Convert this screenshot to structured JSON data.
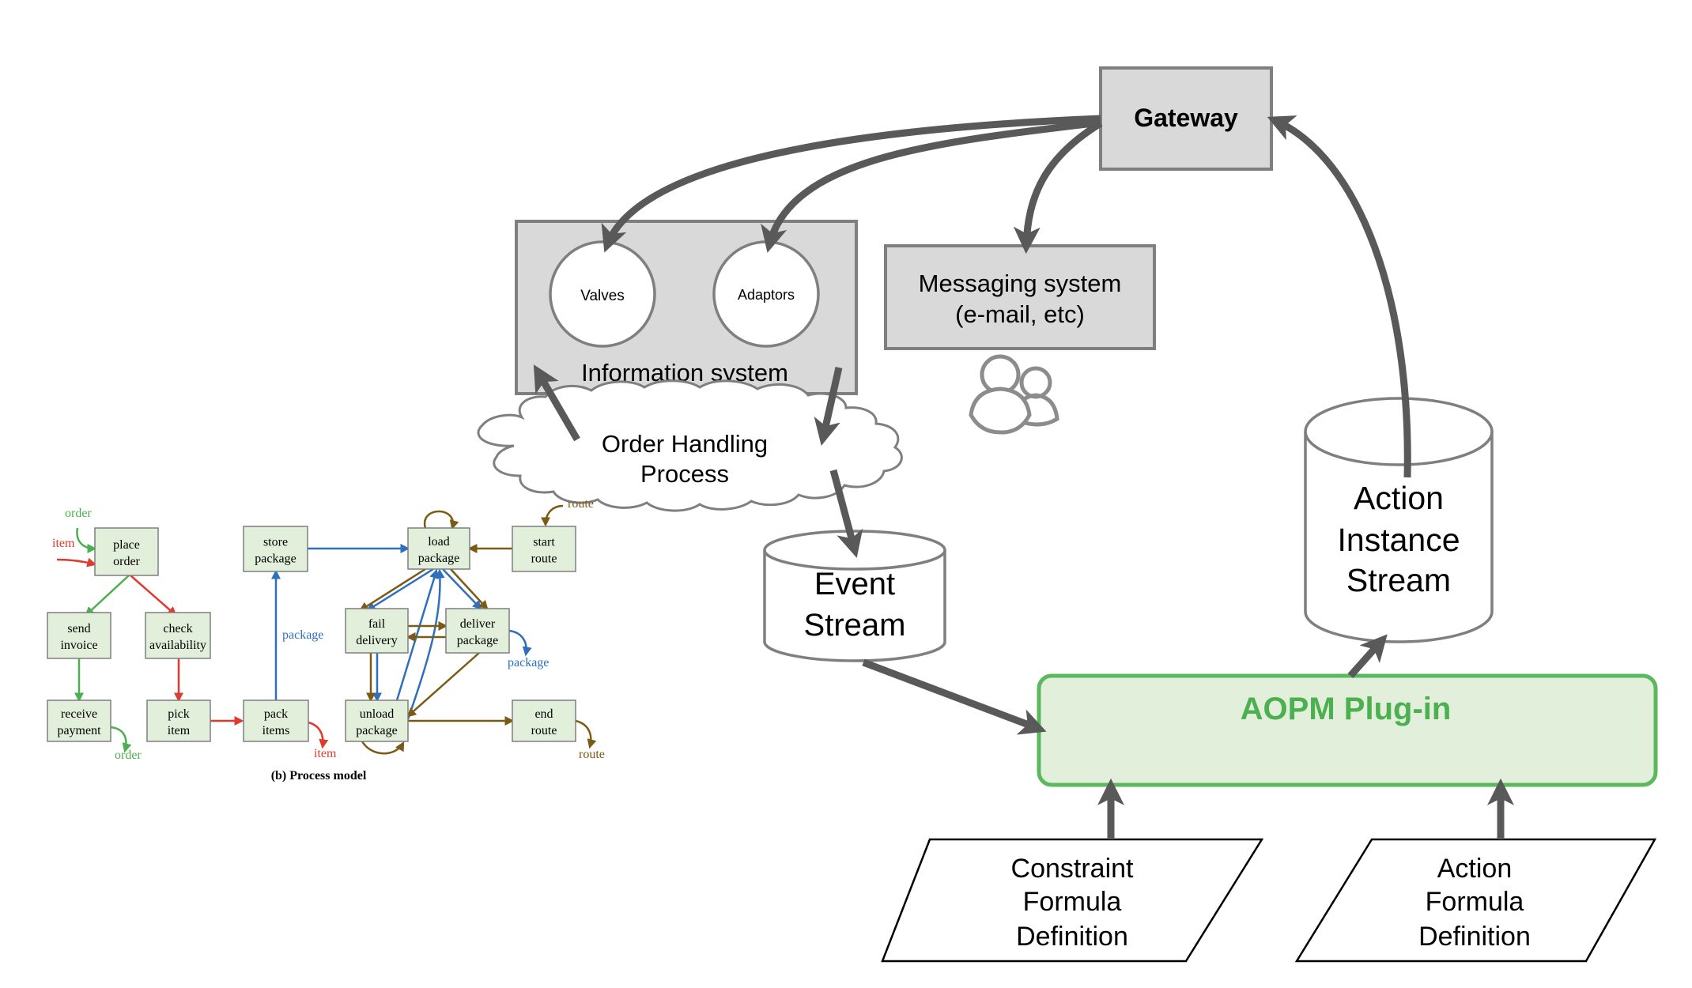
{
  "gateway": {
    "label": "Gateway"
  },
  "information_system": {
    "label": "Information system",
    "valves": "Valves",
    "adaptors": "Adaptors"
  },
  "messaging_system": {
    "line1": "Messaging system",
    "line2": "(e-mail, etc)"
  },
  "order_process": {
    "line1": "Order Handling",
    "line2": "Process"
  },
  "event_stream": {
    "line1": "Event",
    "line2": "Stream"
  },
  "action_stream": {
    "line1": "Action",
    "line2": "Instance",
    "line3": "Stream"
  },
  "plugin": {
    "label": "AOPM Plug-in"
  },
  "constraint_def": {
    "line1": "Constraint",
    "line2": "Formula",
    "line3": "Definition"
  },
  "action_def": {
    "line1": "Action",
    "line2": "Formula",
    "line3": "Definition"
  },
  "process_model": {
    "caption": "(b) Process model",
    "colors": {
      "green": "#4caf50",
      "red": "#e03a2f",
      "blue": "#2f6fbd",
      "brown": "#7a5a14"
    },
    "nodes": {
      "place_order": [
        "place",
        "order"
      ],
      "send_invoice": [
        "send",
        "invoice"
      ],
      "check_availability": [
        "check",
        "availability"
      ],
      "receive_payment": [
        "receive",
        "payment"
      ],
      "pick_item": [
        "pick",
        "item"
      ],
      "store_package": [
        "store",
        "package"
      ],
      "pack_items": [
        "pack",
        "items"
      ],
      "load_package": [
        "load",
        "package"
      ],
      "start_route": [
        "start",
        "route"
      ],
      "fail_delivery": [
        "fail",
        "delivery"
      ],
      "deliver_package": [
        "deliver",
        "package"
      ],
      "unload_package": [
        "unload",
        "package"
      ],
      "end_route": [
        "end",
        "route"
      ]
    },
    "labels": {
      "order_in": "order",
      "item_in": "item",
      "order_out": "order",
      "item_out": "item",
      "package_mid": "package",
      "package_right": "package",
      "route_in": "route",
      "route_out": "route"
    }
  }
}
